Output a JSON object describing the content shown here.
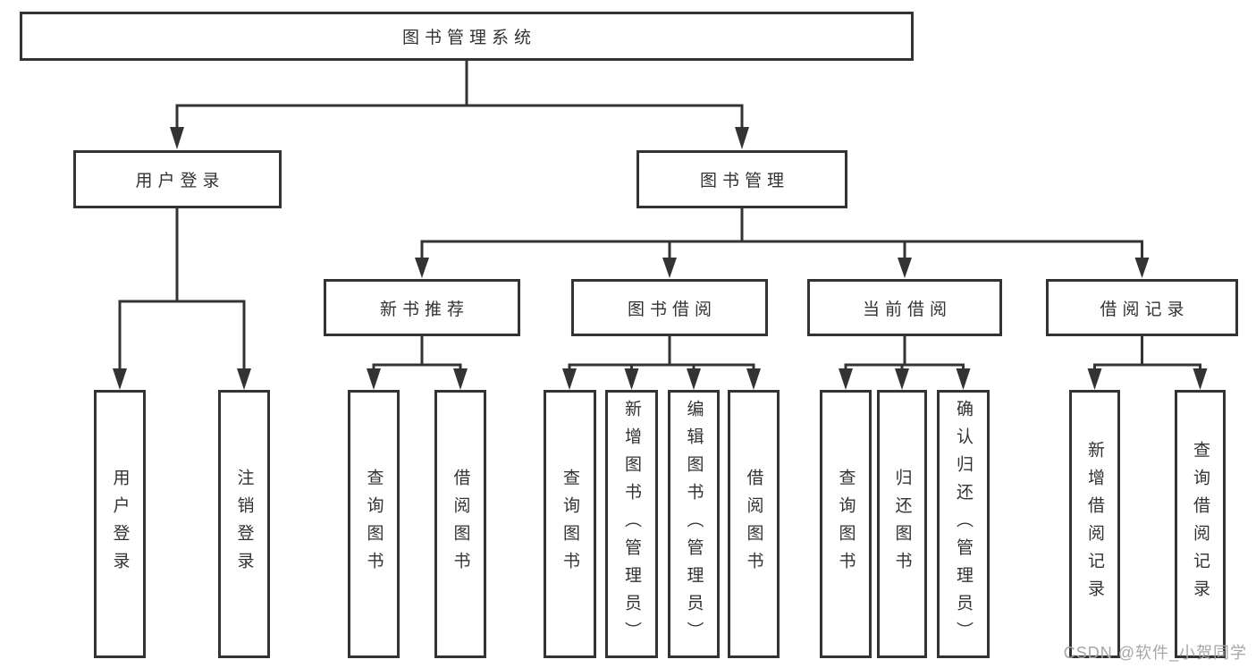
{
  "tree": {
    "root": {
      "label": "图书管理系统"
    },
    "level2": [
      {
        "label": "用户登录"
      },
      {
        "label": "图书管理"
      }
    ],
    "level3": [
      {
        "label": "新书推荐"
      },
      {
        "label": "图书借阅"
      },
      {
        "label": "当前借阅"
      },
      {
        "label": "借阅记录"
      }
    ],
    "leaves": {
      "user_login": [
        "用户登录",
        "注销登录"
      ],
      "new_book": [
        "查询图书",
        "借阅图书"
      ],
      "book_borrow": [
        "查询图书",
        "新增图书（管理员）",
        "编辑图书（管理员）",
        "借阅图书"
      ],
      "current_borrow": [
        "查询图书",
        "归还图书",
        "确认归还（管理员）"
      ],
      "borrow_record": [
        "新增借阅记录",
        "查询借阅记录"
      ]
    }
  },
  "colors": {
    "line": "#333333",
    "text": "#333333",
    "background": "#ffffff",
    "watermark": "#a6a6a6"
  },
  "watermark": {
    "text": "CSDN @软件_小贺同学"
  }
}
